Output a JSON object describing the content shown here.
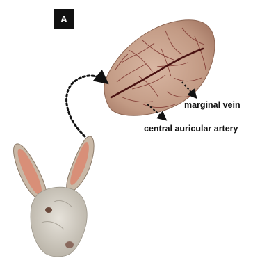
{
  "panel": {
    "label": "A"
  },
  "annotations": {
    "marginal_vein": "marginal vein",
    "central_auricular_artery": "central auricular artery"
  },
  "colors": {
    "ear_skin": "#c9a48f",
    "vessel": "#7a2f2a",
    "marginal_vein": "#4a1212",
    "rabbit_fur": "#d9d4ca",
    "inner_ear": "#d88f78",
    "arrow": "#111111"
  }
}
